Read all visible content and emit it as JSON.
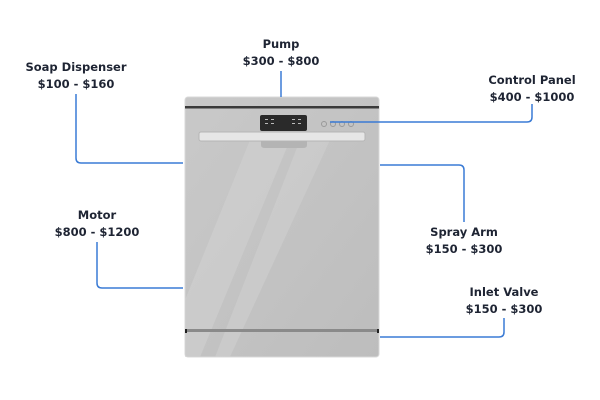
{
  "colors": {
    "leader_line": "#3a7bd5",
    "text": "#1e2433",
    "appliance_body": "#c4c4c4"
  },
  "parts": [
    {
      "id": "pump",
      "name": "Pump",
      "price": "$300 - $800"
    },
    {
      "id": "soap-dispenser",
      "name": "Soap Dispenser",
      "price": "$100 - $160"
    },
    {
      "id": "control-panel",
      "name": "Control Panel",
      "price": "$400 - $1000"
    },
    {
      "id": "spray-arm",
      "name": "Spray Arm",
      "price": "$150 - $300"
    },
    {
      "id": "motor",
      "name": "Motor",
      "price": "$800 - $1200"
    },
    {
      "id": "inlet-valve",
      "name": "Inlet Valve",
      "price": "$150 - $300"
    }
  ]
}
